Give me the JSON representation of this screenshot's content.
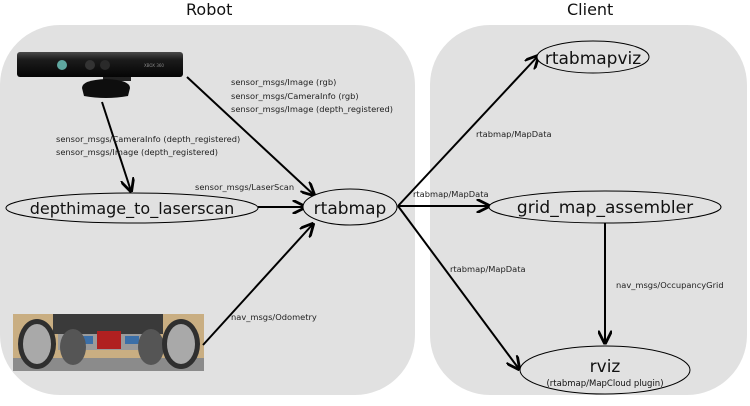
{
  "groups": {
    "robot": {
      "title": "Robot"
    },
    "client": {
      "title": "Client"
    }
  },
  "nodes": {
    "depthimage_to_laserscan": {
      "label": "depthimage_to_laserscan"
    },
    "rtabmap": {
      "label": "rtabmap"
    },
    "rtabmapviz": {
      "label": "rtabmapviz"
    },
    "grid_map_assembler": {
      "label": "grid_map_assembler"
    },
    "rviz": {
      "label": "rviz",
      "sublabel": "(rtabmap/MapCloud plugin)"
    }
  },
  "images": {
    "kinect": {
      "label": "Kinect sensor",
      "brand_text": "XBOX 360"
    },
    "robot": {
      "label": "Robot base"
    }
  },
  "edges": {
    "kinect_to_rtabmap": {
      "lines": [
        "sensor_msgs/Image (rgb)",
        "sensor_msgs/CameraInfo (rgb)",
        "sensor_msgs/Image (depth_registered)"
      ]
    },
    "kinect_to_depthimage": {
      "lines": [
        "sensor_msgs/CameraInfo (depth_registered)",
        "sensor_msgs/Image (depth_registered)"
      ]
    },
    "depthimage_to_rtabmap": {
      "label": "sensor_msgs/LaserScan"
    },
    "robot_to_rtabmap": {
      "label": "nav_msgs/Odometry"
    },
    "rtabmap_to_rtabmapviz": {
      "label": "rtabmap/MapData"
    },
    "rtabmap_to_grid": {
      "label": "rtabmap/MapData"
    },
    "rtabmap_to_rviz": {
      "label": "rtabmap/MapData"
    },
    "grid_to_rviz": {
      "label": "nav_msgs/OccupancyGrid"
    }
  }
}
